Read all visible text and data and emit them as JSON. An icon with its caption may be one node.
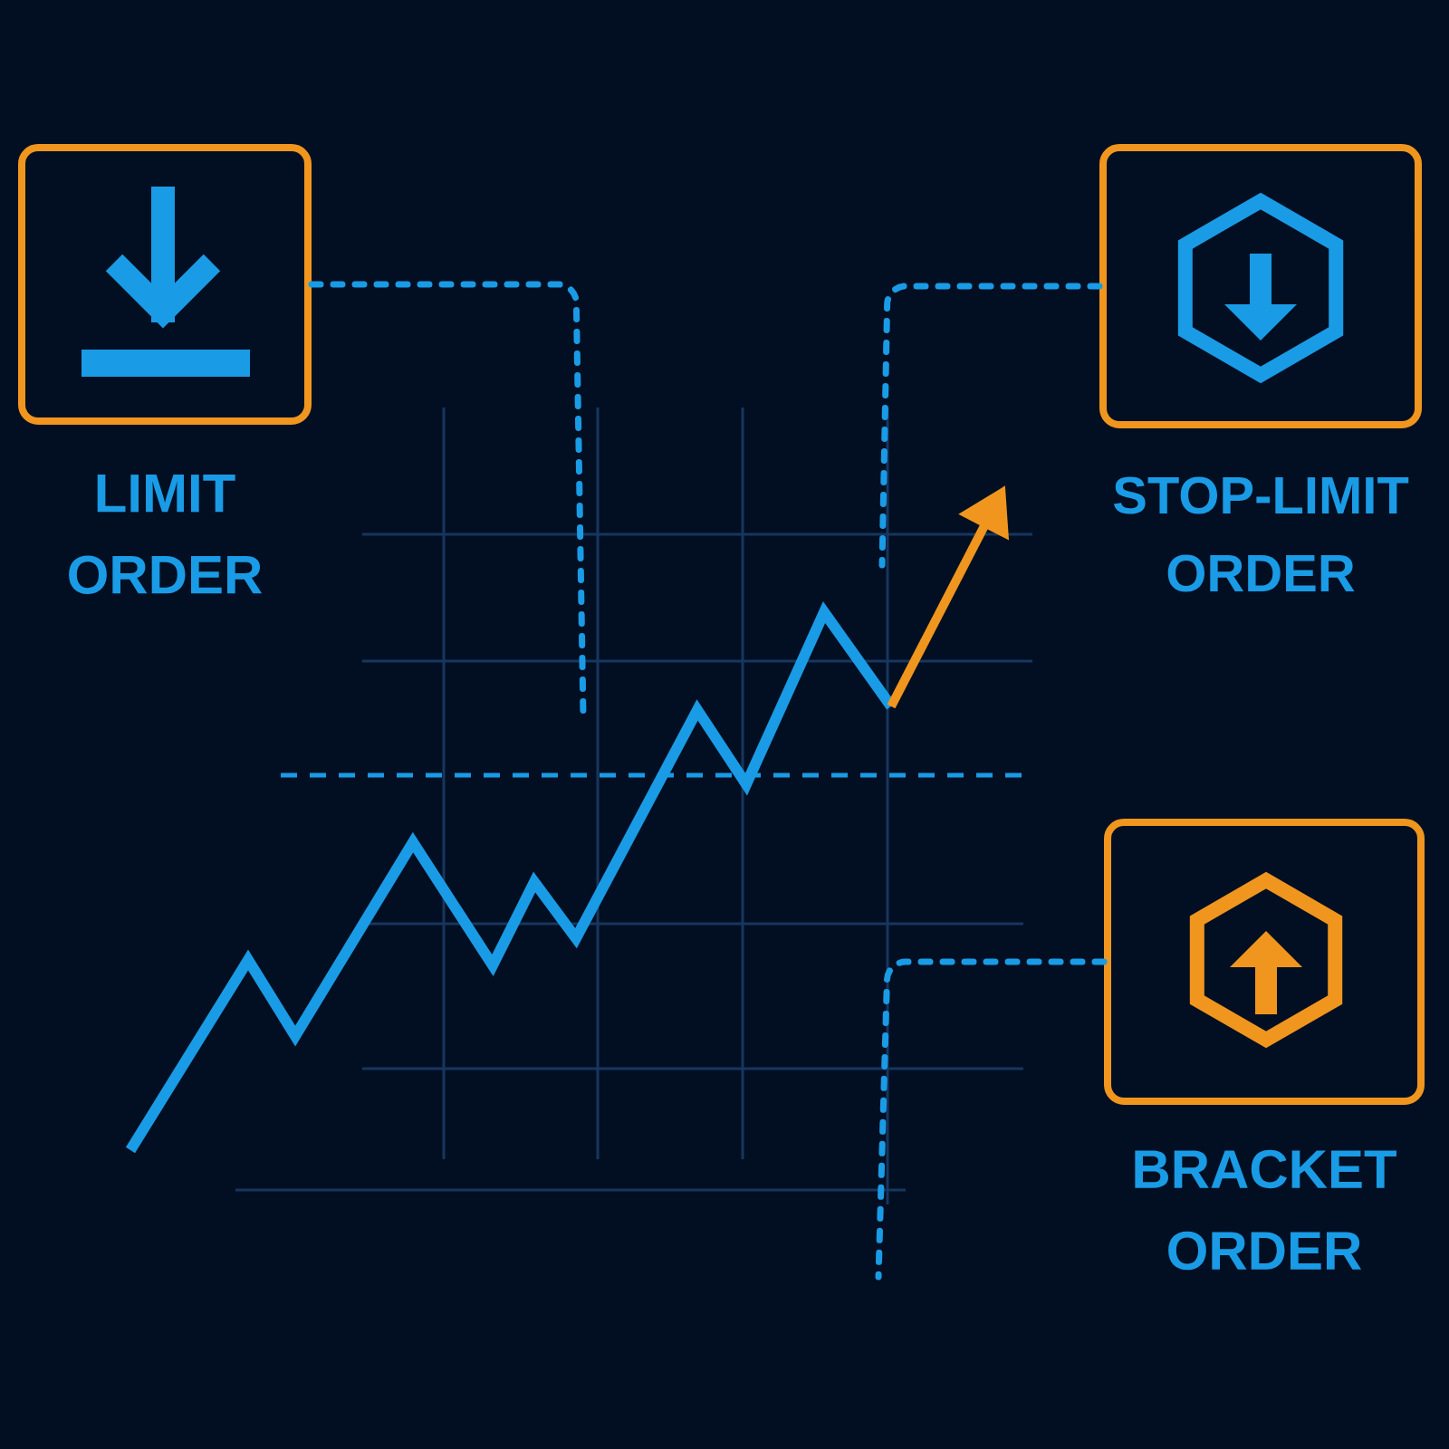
{
  "diagram": {
    "nodes": [
      {
        "text": [
          "LIMIT ORDER"
        ]
      },
      {
        "text": [
          "STOP-LIMIT ORDER"
        ]
      },
      {
        "text": [
          "BRACKET ORDER"
        ]
      }
    ],
    "edges": [
      {
        "from": 0,
        "to": null,
        "arrow": "none",
        "style": "dashed"
      },
      {
        "from": 1,
        "to": null,
        "arrow": "none",
        "style": "dashed"
      },
      {
        "from": 2,
        "to": null,
        "arrow": "none",
        "style": "dashed"
      }
    ]
  }
}
